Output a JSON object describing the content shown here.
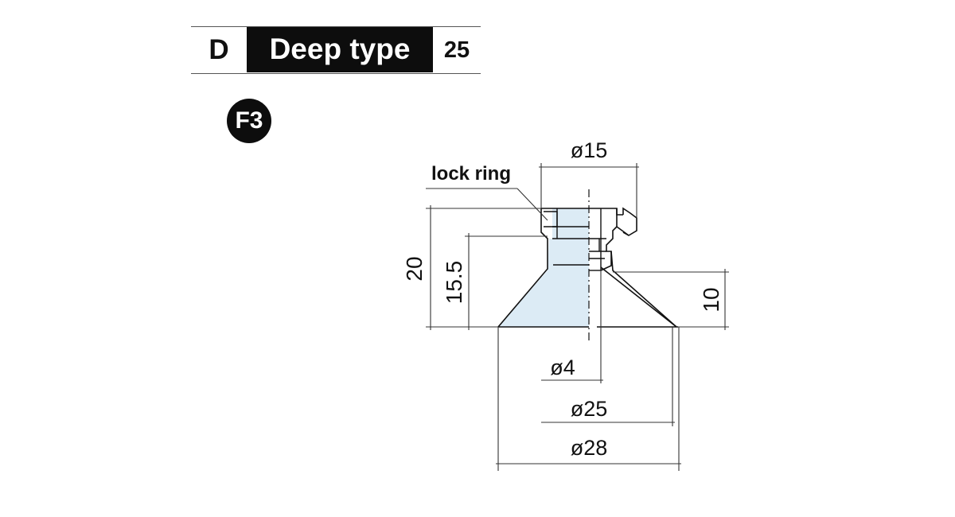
{
  "header": {
    "series_code": "D",
    "type_name": "Deep type",
    "size": "25"
  },
  "badge": {
    "label": "F3"
  },
  "drawing": {
    "callout": "lock ring",
    "dims": {
      "top_diameter": "ø15",
      "height_total": "20",
      "height_partial": "15.5",
      "skirt_height": "10",
      "bore": "ø4",
      "inner_diameter": "ø25",
      "outer_diameter": "ø28"
    },
    "colors": {
      "body_fill": "#dcebf5",
      "line": "#111111",
      "dim_line": "#333333"
    }
  }
}
